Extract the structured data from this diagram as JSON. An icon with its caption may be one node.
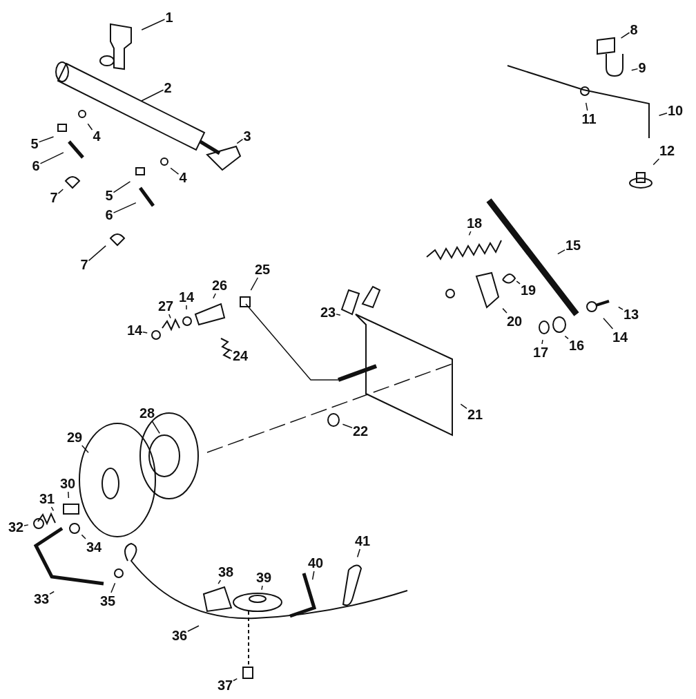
{
  "diagram": {
    "nodes": [
      {
        "text": [
          "1"
        ]
      },
      {
        "text": [
          "2"
        ]
      },
      {
        "text": [
          "3"
        ]
      },
      {
        "text": [
          "4"
        ]
      },
      {
        "text": [
          "5"
        ]
      },
      {
        "text": [
          "6"
        ]
      },
      {
        "text": [
          "7"
        ]
      },
      {
        "text": [
          "4"
        ]
      },
      {
        "text": [
          "5"
        ]
      },
      {
        "text": [
          "6"
        ]
      },
      {
        "text": [
          "7"
        ]
      },
      {
        "text": [
          "8"
        ]
      },
      {
        "text": [
          "9"
        ]
      },
      {
        "text": [
          "10"
        ]
      },
      {
        "text": [
          "11"
        ]
      },
      {
        "text": [
          "12"
        ]
      },
      {
        "text": [
          "13"
        ]
      },
      {
        "text": [
          "14"
        ]
      },
      {
        "text": [
          "15"
        ]
      },
      {
        "text": [
          "16"
        ]
      },
      {
        "text": [
          "17"
        ]
      },
      {
        "text": [
          "18"
        ]
      },
      {
        "text": [
          "19"
        ]
      },
      {
        "text": [
          "20"
        ]
      },
      {
        "text": [
          "21"
        ]
      },
      {
        "text": [
          "22"
        ]
      },
      {
        "text": [
          "23"
        ]
      },
      {
        "text": [
          "24"
        ]
      },
      {
        "text": [
          "25"
        ]
      },
      {
        "text": [
          "26"
        ]
      },
      {
        "text": [
          "27"
        ]
      },
      {
        "text": [
          "14"
        ]
      },
      {
        "text": [
          "14"
        ]
      },
      {
        "text": [
          "28"
        ]
      },
      {
        "text": [
          "29"
        ]
      },
      {
        "text": [
          "30"
        ]
      },
      {
        "text": [
          "31"
        ]
      },
      {
        "text": [
          "32"
        ]
      },
      {
        "text": [
          "33"
        ]
      },
      {
        "text": [
          "34"
        ]
      },
      {
        "text": [
          "35"
        ]
      },
      {
        "text": [
          "36"
        ]
      },
      {
        "text": [
          "37"
        ]
      },
      {
        "text": [
          "38"
        ]
      },
      {
        "text": [
          "39"
        ]
      },
      {
        "text": [
          "40"
        ]
      },
      {
        "text": [
          "41"
        ]
      }
    ],
    "edges": [
      {
        "from": 0,
        "to": null,
        "arrow": "none"
      },
      {
        "from": 1,
        "to": null,
        "arrow": "none"
      },
      {
        "from": 2,
        "to": null,
        "arrow": "none"
      },
      {
        "from": 3,
        "to": null,
        "arrow": "none"
      },
      {
        "from": 4,
        "to": null,
        "arrow": "none"
      },
      {
        "from": 5,
        "to": null,
        "arrow": "none"
      },
      {
        "from": 6,
        "to": null,
        "arrow": "none"
      },
      {
        "from": 7,
        "to": null,
        "arrow": "none"
      },
      {
        "from": 8,
        "to": null,
        "arrow": "none"
      },
      {
        "from": 9,
        "to": null,
        "arrow": "none"
      },
      {
        "from": 10,
        "to": null,
        "arrow": "none"
      },
      {
        "from": 11,
        "to": null,
        "arrow": "none"
      },
      {
        "from": 12,
        "to": null,
        "arrow": "none"
      },
      {
        "from": 13,
        "to": null,
        "arrow": "none"
      },
      {
        "from": 14,
        "to": null,
        "arrow": "none"
      },
      {
        "from": 15,
        "to": null,
        "arrow": "none"
      },
      {
        "from": 16,
        "to": null,
        "arrow": "none"
      },
      {
        "from": 17,
        "to": null,
        "arrow": "none"
      },
      {
        "from": 18,
        "to": null,
        "arrow": "none"
      },
      {
        "from": 19,
        "to": null,
        "arrow": "none"
      },
      {
        "from": 20,
        "to": null,
        "arrow": "none"
      },
      {
        "from": 21,
        "to": null,
        "arrow": "none"
      },
      {
        "from": 22,
        "to": null,
        "arrow": "none"
      },
      {
        "from": 23,
        "to": null,
        "arrow": "none"
      },
      {
        "from": 24,
        "to": null,
        "arrow": "none"
      },
      {
        "from": 25,
        "to": null,
        "arrow": "none"
      },
      {
        "from": 26,
        "to": null,
        "arrow": "none"
      },
      {
        "from": 27,
        "to": null,
        "arrow": "none"
      },
      {
        "from": 28,
        "to": null,
        "arrow": "none"
      },
      {
        "from": 29,
        "to": null,
        "arrow": "none"
      },
      {
        "from": 30,
        "to": null,
        "arrow": "none"
      },
      {
        "from": 31,
        "to": null,
        "arrow": "none"
      },
      {
        "from": 32,
        "to": null,
        "arrow": "none"
      },
      {
        "from": 33,
        "to": null,
        "arrow": "none"
      },
      {
        "from": 34,
        "to": null,
        "arrow": "none"
      },
      {
        "from": 35,
        "to": null,
        "arrow": "none"
      },
      {
        "from": 36,
        "to": null,
        "arrow": "none"
      },
      {
        "from": 37,
        "to": null,
        "arrow": "none"
      },
      {
        "from": 38,
        "to": null,
        "arrow": "none"
      },
      {
        "from": 39,
        "to": null,
        "arrow": "none"
      },
      {
        "from": 40,
        "to": null,
        "arrow": "none"
      },
      {
        "from": 41,
        "to": null,
        "arrow": "none"
      },
      {
        "from": 42,
        "to": null,
        "arrow": "none"
      },
      {
        "from": 43,
        "to": null,
        "arrow": "none"
      },
      {
        "from": 44,
        "to": null,
        "arrow": "none"
      },
      {
        "from": 45,
        "to": null,
        "arrow": "none"
      },
      {
        "from": 46,
        "to": null,
        "arrow": "none"
      }
    ]
  }
}
